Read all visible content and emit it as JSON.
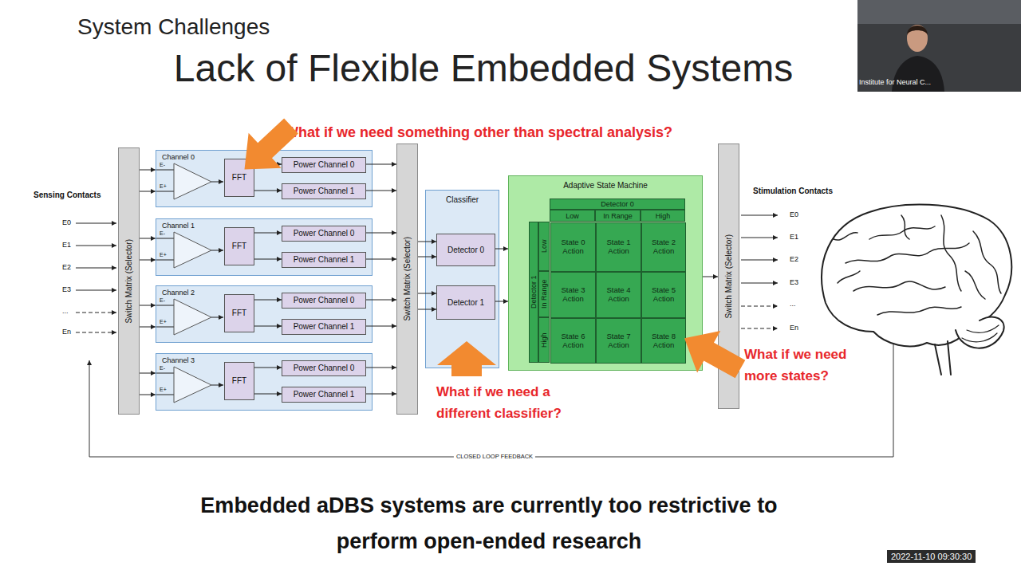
{
  "diagram": {
    "title": "Lack of Flexible Embedded Systems",
    "caption": "Embedded aDBS systems are currently too restrictive to perform open-ended research",
    "nodes": [
      {
        "text": [
          "Switch Matrix (Selector)"
        ]
      },
      {
        "text": [
          "Channel 0"
        ]
      },
      {
        "text": [
          "FFT"
        ],
        "in": 1
      },
      {
        "text": [
          "Power Channel 0"
        ],
        "in": 1
      },
      {
        "text": [
          "Power Channel 1"
        ],
        "in": 1
      },
      {
        "text": [
          "Channel 1"
        ]
      },
      {
        "text": [
          "FFT"
        ],
        "in": 5
      },
      {
        "text": [
          "Power Channel 0"
        ],
        "in": 5
      },
      {
        "text": [
          "Power Channel 1"
        ],
        "in": 5
      },
      {
        "text": [
          "Channel 2"
        ]
      },
      {
        "text": [
          "FFT"
        ],
        "in": 9
      },
      {
        "text": [
          "Power Channel 0"
        ],
        "in": 9
      },
      {
        "text": [
          "Power Channel 1"
        ],
        "in": 9
      },
      {
        "text": [
          "Channel 3"
        ]
      },
      {
        "text": [
          "FFT"
        ],
        "in": 13
      },
      {
        "text": [
          "Power Channel 0"
        ],
        "in": 13
      },
      {
        "text": [
          "Power Channel 1"
        ],
        "in": 13
      },
      {
        "text": [
          "Switch Matrix (Selector)"
        ]
      },
      {
        "text": [
          "Classifier"
        ]
      },
      {
        "text": [
          "Detector 0"
        ],
        "in": 18
      },
      {
        "text": [
          "Detector 1"
        ],
        "in": 18
      },
      {
        "text": [
          "Adaptive State Machine"
        ]
      },
      {
        "text": [
          "State 0 Action"
        ],
        "in": 21
      },
      {
        "text": [
          "State 1 Action"
        ],
        "in": 21
      },
      {
        "text": [
          "State 2 Action"
        ],
        "in": 21
      },
      {
        "text": [
          "State 3 Action"
        ],
        "in": 21
      },
      {
        "text": [
          "State 4 Action"
        ],
        "in": 21
      },
      {
        "text": [
          "State 5 Action"
        ],
        "in": 21
      },
      {
        "text": [
          "State 6 Action"
        ],
        "in": 21
      },
      {
        "text": [
          "State 7 Action"
        ],
        "in": 21
      },
      {
        "text": [
          "State 8 Action"
        ],
        "in": 21
      },
      {
        "text": [
          "Switch Matrix (Selector)"
        ]
      }
    ],
    "edges": [
      {
        "from": 0,
        "to": 1,
        "arrow": "to"
      },
      {
        "from": 0,
        "to": 1,
        "arrow": "to"
      },
      {
        "from": 2,
        "to": 3,
        "arrow": "to"
      },
      {
        "from": 2,
        "to": 4,
        "arrow": "to"
      },
      {
        "from": 3,
        "to": 17,
        "arrow": "to"
      },
      {
        "from": 4,
        "to": 17,
        "arrow": "to"
      },
      {
        "from": 0,
        "to": 5,
        "arrow": "to"
      },
      {
        "from": 0,
        "to": 5,
        "arrow": "to"
      },
      {
        "from": 6,
        "to": 7,
        "arrow": "to"
      },
      {
        "from": 6,
        "to": 8,
        "arrow": "to"
      },
      {
        "from": 7,
        "to": 17,
        "arrow": "to"
      },
      {
        "from": 8,
        "to": 17,
        "arrow": "to"
      },
      {
        "from": 0,
        "to": 9,
        "arrow": "to"
      },
      {
        "from": 0,
        "to": 9,
        "arrow": "to"
      },
      {
        "from": 10,
        "to": 11,
        "arrow": "to"
      },
      {
        "from": 10,
        "to": 12,
        "arrow": "to"
      },
      {
        "from": 11,
        "to": 17,
        "arrow": "to"
      },
      {
        "from": 12,
        "to": 17,
        "arrow": "to"
      },
      {
        "from": 0,
        "to": 13,
        "arrow": "to"
      },
      {
        "from": 0,
        "to": 13,
        "arrow": "to"
      },
      {
        "from": 14,
        "to": 15,
        "arrow": "to"
      },
      {
        "from": 14,
        "to": 16,
        "arrow": "to"
      },
      {
        "from": 15,
        "to": 17,
        "arrow": "to"
      },
      {
        "from": 16,
        "to": 17,
        "arrow": "to"
      },
      {
        "from": 17,
        "to": 19,
        "arrow": "to"
      },
      {
        "from": 17,
        "to": 19,
        "arrow": "to"
      },
      {
        "from": 17,
        "to": 20,
        "arrow": "to"
      },
      {
        "from": 17,
        "to": 20,
        "arrow": "to"
      },
      {
        "from": 19,
        "to": 21,
        "arrow": "to"
      },
      {
        "from": 20,
        "to": 21,
        "arrow": "to"
      },
      {
        "from": 21,
        "to": 31,
        "arrow": "to"
      }
    ],
    "labels": [
      "System Challenges",
      "Institute for Neural C...",
      "What if we need something other than spectral analysis?",
      "Sensing Contacts",
      "E0",
      "E1",
      "E2",
      "E3",
      "...",
      "En",
      "E-",
      "E+",
      "E-",
      "E+",
      "E-",
      "E+",
      "E-",
      "E+",
      "Detector 0",
      "Low",
      "In Range",
      "High",
      "Detector 1",
      "Low",
      "In Range",
      "High",
      "Stimulation Contacts",
      "E0",
      "E1",
      "E2",
      "E3",
      "...",
      "En",
      "What if we need a different classifier?",
      "What if we need more states?",
      "CLOSED LOOP FEEDBACK",
      "2022-11-10 09:30:30"
    ]
  }
}
